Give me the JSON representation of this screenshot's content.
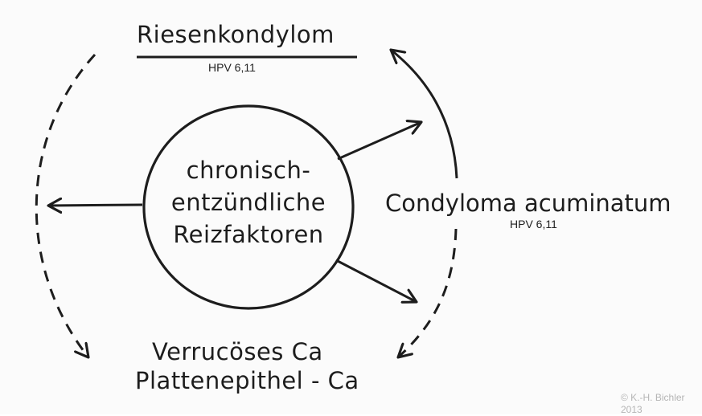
{
  "top_label": "Riesenkondylom",
  "top_hpv": "HPV 6,11",
  "center_lines": [
    "chronisch-",
    "entzündliche",
    "Reizfaktoren"
  ],
  "right_label": "Condyloma acuminatum",
  "right_hpv": "HPV 6,11",
  "bottom_line1": "Verrucöses Ca",
  "bottom_line2": "Plattenepithel - Ca",
  "copyright_line1": "© K.-H. Bichler",
  "copyright_line2": "2013",
  "colors": {
    "ink": "#1d1d1d",
    "background": "#fbfbfb",
    "copyright": "#b5b5b5"
  }
}
